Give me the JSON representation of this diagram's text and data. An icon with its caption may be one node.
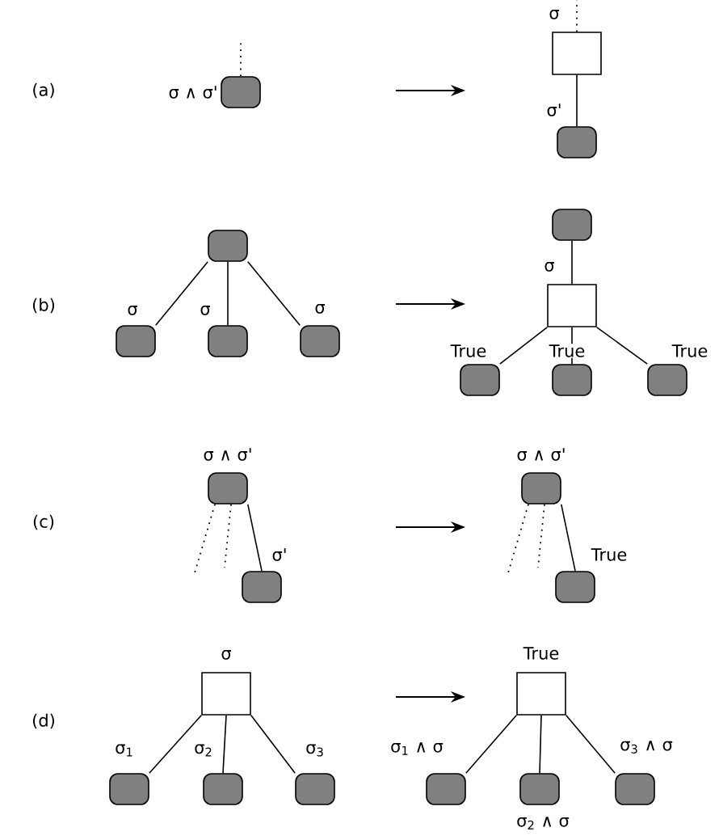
{
  "diagram": {
    "nodes": [
      {
        "text": [],
        "shape": "box",
        "beside": [
          "σ ∧ σ'"
        ]
      },
      {
        "text": [],
        "shape": "square"
      },
      {
        "text": [],
        "shape": "box"
      },
      {
        "text": [],
        "shape": "box"
      },
      {
        "text": [],
        "shape": "box"
      },
      {
        "text": [],
        "shape": "box"
      },
      {
        "text": [],
        "shape": "box"
      },
      {
        "text": [],
        "shape": "box"
      },
      {
        "text": [],
        "shape": "square"
      },
      {
        "text": [],
        "shape": "box"
      },
      {
        "text": [],
        "shape": "box"
      },
      {
        "text": [],
        "shape": "box"
      },
      {
        "text": [],
        "shape": "box",
        "beside": [
          "σ ∧ σ'"
        ]
      },
      {
        "text": [],
        "shape": "box"
      },
      {
        "text": [],
        "shape": "box",
        "beside": [
          "σ ∧ σ'"
        ]
      },
      {
        "text": [],
        "shape": "box"
      },
      {
        "text": [],
        "shape": "square",
        "beside": [
          "σ"
        ]
      },
      {
        "text": [],
        "shape": "box"
      },
      {
        "text": [],
        "shape": "box"
      },
      {
        "text": [],
        "shape": "box"
      },
      {
        "text": [],
        "shape": "square",
        "beside": [
          "True"
        ]
      },
      {
        "text": [],
        "shape": "box"
      },
      {
        "text": [],
        "shape": "box",
        "beside": [
          "σ$_{2}$ ∧ σ"
        ]
      },
      {
        "text": [],
        "shape": "box"
      }
    ],
    "edges": [
      {
        "from": 0,
        "to": null,
        "arrow": "none",
        "style": "dashed"
      },
      {
        "from": 1,
        "to": null,
        "arrow": "none",
        "style": "dashed",
        "label": "σ"
      },
      {
        "from": 1,
        "to": 2,
        "arrow": "none",
        "label": "σ'"
      },
      {
        "from": 3,
        "to": 4,
        "arrow": "none",
        "label": "σ"
      },
      {
        "from": 3,
        "to": 5,
        "arrow": "none",
        "label": "σ"
      },
      {
        "from": 3,
        "to": 6,
        "arrow": "none",
        "label": "σ"
      },
      {
        "from": 7,
        "to": 8,
        "arrow": "none",
        "label": "σ"
      },
      {
        "from": 8,
        "to": 9,
        "arrow": "none",
        "label": "True"
      },
      {
        "from": 8,
        "to": 10,
        "arrow": "none",
        "label": "True"
      },
      {
        "from": 8,
        "to": 11,
        "arrow": "none",
        "label": "True"
      },
      {
        "from": 12,
        "to": 13,
        "arrow": "none",
        "label": "σ'"
      },
      {
        "from": 12,
        "to": null,
        "arrow": "none",
        "style": "dashed"
      },
      {
        "from": 12,
        "to": null,
        "arrow": "none",
        "style": "dashed"
      },
      {
        "from": 14,
        "to": 15,
        "arrow": "none",
        "label": "True"
      },
      {
        "from": 14,
        "to": null,
        "arrow": "none",
        "style": "dashed"
      },
      {
        "from": 14,
        "to": null,
        "arrow": "none",
        "style": "dashed"
      },
      {
        "from": 16,
        "to": 17,
        "arrow": "none",
        "label": "σ$_{1}$"
      },
      {
        "from": 16,
        "to": 18,
        "arrow": "none",
        "label": "σ$_{2}$"
      },
      {
        "from": 16,
        "to": 19,
        "arrow": "none",
        "label": "σ$_{3}$"
      },
      {
        "from": 20,
        "to": 21,
        "arrow": "none",
        "label": "σ$_{1}$ ∧ σ"
      },
      {
        "from": 20,
        "to": 22,
        "arrow": "none"
      },
      {
        "from": 20,
        "to": 23,
        "arrow": "none",
        "label": "σ$_{3}$ ∧ σ"
      }
    ],
    "labels": [
      "(a)",
      "(b)",
      "(c)",
      "(d)"
    ]
  }
}
